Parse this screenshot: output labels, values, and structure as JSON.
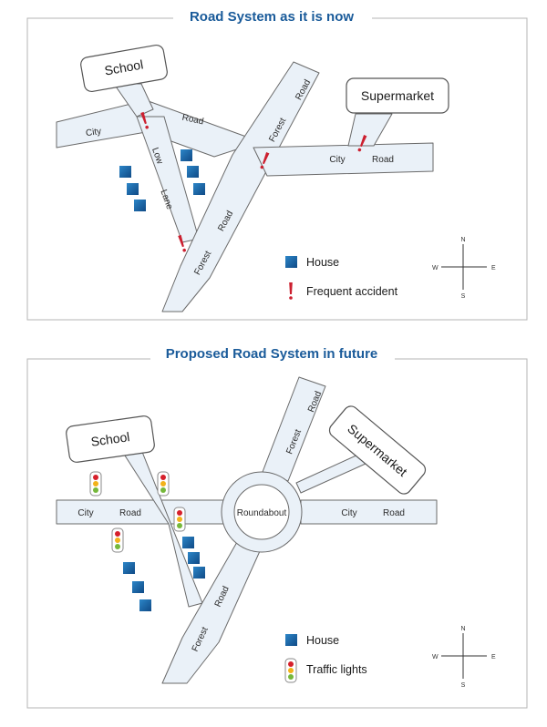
{
  "top_map": {
    "title": "Road System as it is now",
    "labels": {
      "school": "School",
      "supermarket": "Supermarket",
      "city_left": "City",
      "road_left": "Road",
      "low": "Low",
      "lane": "Lane",
      "forest_upper": "Forest",
      "road_upper": "Road",
      "city_right": "City",
      "road_right": "Road",
      "forest_lower": "Forest",
      "road_lower": "Road"
    },
    "legend": {
      "house": "House",
      "accident": "Frequent accident"
    },
    "compass": {
      "n": "N",
      "s": "S",
      "e": "E",
      "w": "W"
    }
  },
  "bottom_map": {
    "title": "Proposed Road System in future",
    "labels": {
      "school": "School",
      "supermarket": "Supermarket",
      "roundabout": "Roundabout",
      "city_left": "City",
      "road_left": "Road",
      "city_right": "City",
      "road_right": "Road",
      "forest_upper": "Forest",
      "road_upper": "Road",
      "forest_lower": "Forest",
      "road_lower": "Road"
    },
    "legend": {
      "house": "House",
      "traffic": "Traffic lights"
    },
    "compass": {
      "n": "N",
      "s": "S",
      "e": "E",
      "w": "W"
    }
  },
  "colors": {
    "title": "#1a5b9a",
    "road_fill": "#eaf1f8",
    "house": "#1a68a8",
    "accident": "#cc1f2f",
    "light_red": "#d6202b",
    "light_amber": "#f2b21a",
    "light_green": "#76b83b"
  }
}
